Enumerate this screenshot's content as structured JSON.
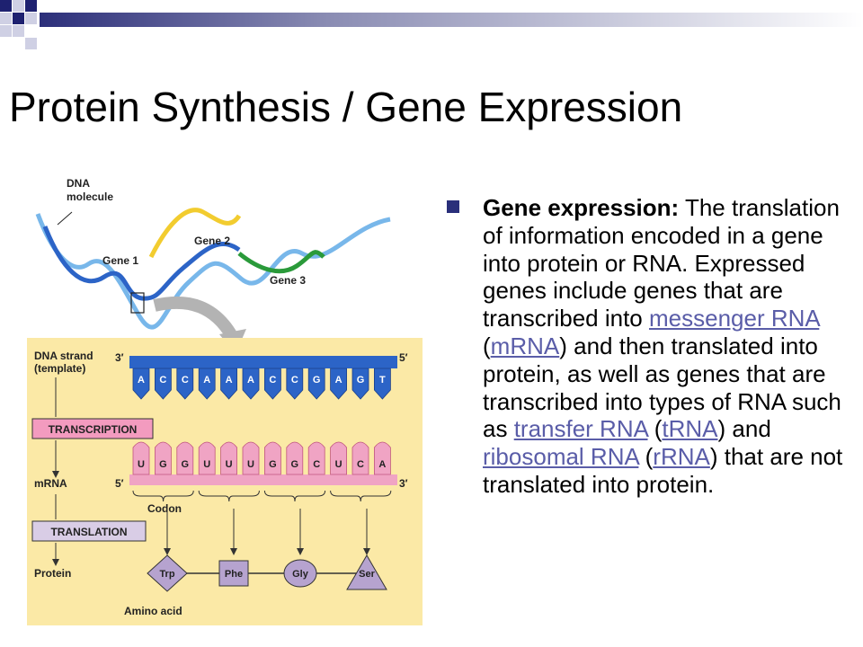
{
  "slide": {
    "title": "Protein Synthesis / Gene Expression",
    "bullet": {
      "term": "Gene expression:",
      "t1": " The translation of information encoded in a gene into protein or RNA. Expressed genes include genes that are transcribed into ",
      "l1": "messenger RNA",
      "t2": " (",
      "l2": "mRNA",
      "t3": ") and then translated into protein, as well as genes that are transcribed into types of RNA such as ",
      "l3": "transfer RNA",
      "t4": " (",
      "l4": "tRNA",
      "t5": ") and ",
      "l5": "ribosomal RNA",
      "t6": " (",
      "l6": "rRNA",
      "t7": ") that are not translated into protein."
    }
  },
  "figure": {
    "dna_label_1": "DNA",
    "dna_label_2": "molecule",
    "gene1": "Gene 1",
    "gene2": "Gene 2",
    "gene3": "Gene 3",
    "strand_label_1": "DNA strand",
    "strand_label_2": "(template)",
    "prime3": "3′",
    "prime5": "5′",
    "dna_bases": [
      "A",
      "C",
      "C",
      "A",
      "A",
      "A",
      "C",
      "C",
      "G",
      "A",
      "G",
      "T"
    ],
    "transcription": "TRANSCRIPTION",
    "mrna_label": "mRNA",
    "mrna_bases": [
      "U",
      "G",
      "G",
      "U",
      "U",
      "U",
      "G",
      "G",
      "C",
      "U",
      "C",
      "A"
    ],
    "codon": "Codon",
    "translation": "TRANSLATION",
    "protein": "Protein",
    "amino_acids": [
      "Trp",
      "Phe",
      "Gly",
      "Ser"
    ],
    "amino_acid_label": "Amino acid"
  },
  "colors": {
    "accent_navy": "#1f1f6e",
    "panel": "#fbe9a6",
    "dna_blue": "#2c64c7",
    "mrna_pink": "#f0a4c4",
    "amino_purple": "#b6a3cf",
    "link": "#5a5da8"
  }
}
